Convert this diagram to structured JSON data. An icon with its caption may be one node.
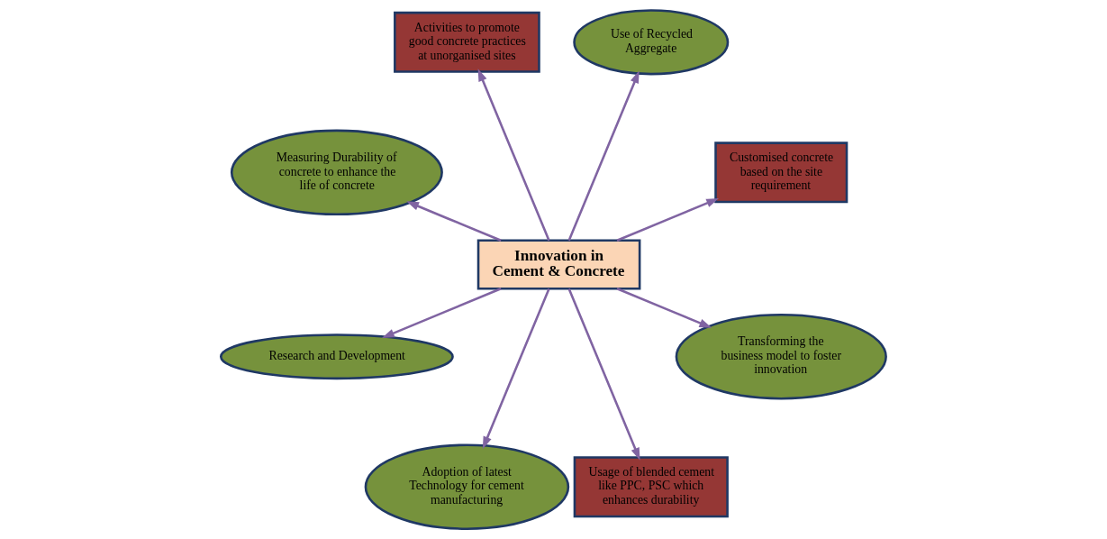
{
  "diagram": {
    "nodes": [
      {
        "text": [
          "Innovation in Cement & Concrete"
        ]
      },
      {
        "text": [
          "Customised concrete based on the site requirement"
        ]
      },
      {
        "text": [
          "Use of Recycled Aggregate"
        ]
      },
      {
        "text": [
          "Activities to promote good concrete practices at unorganised sites"
        ]
      },
      {
        "text": [
          "Measuring Durability of concrete to enhance the life of concrete"
        ]
      },
      {
        "text": [
          "Research and Development"
        ]
      },
      {
        "text": [
          "Adoption of latest Technology for cement manufacturing"
        ]
      },
      {
        "text": [
          "Usage of blended cement like PPC, PSC which enhances durability"
        ]
      },
      {
        "text": [
          "Transforming the business model to foster innovation"
        ]
      }
    ],
    "edges": [
      {
        "from": 0,
        "to": 1,
        "arrow": "to"
      },
      {
        "from": 0,
        "to": 2,
        "arrow": "to"
      },
      {
        "from": 0,
        "to": 3,
        "arrow": "to"
      },
      {
        "from": 0,
        "to": 4,
        "arrow": "to"
      },
      {
        "from": 0,
        "to": 5,
        "arrow": "to"
      },
      {
        "from": 0,
        "to": 6,
        "arrow": "to"
      },
      {
        "from": 0,
        "to": 7,
        "arrow": "to"
      },
      {
        "from": 0,
        "to": 8,
        "arrow": "to"
      }
    ]
  }
}
